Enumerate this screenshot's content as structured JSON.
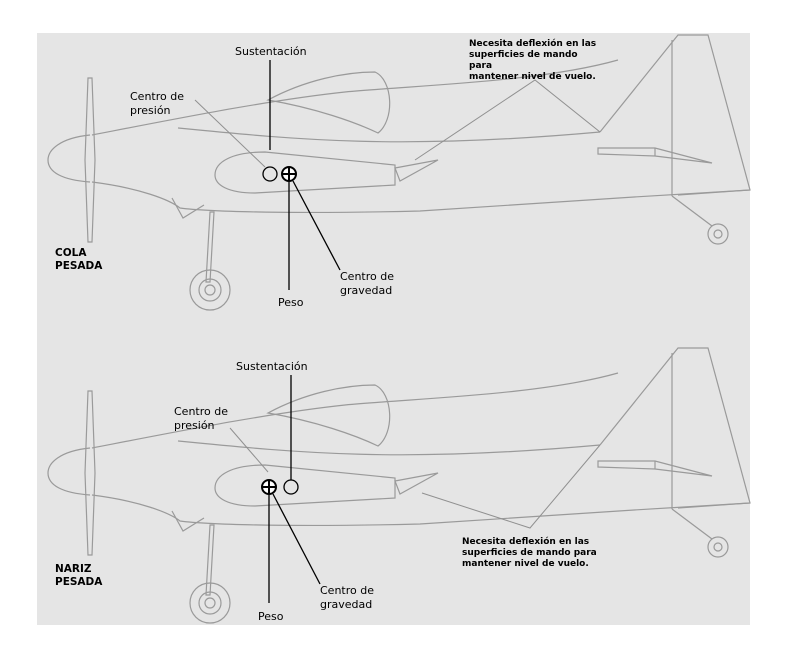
{
  "colors": {
    "background": "#e5e5e5",
    "outline": "#9a9a9a",
    "marker": "#000000"
  },
  "top": {
    "lift_label": "Sustentación",
    "cp_label": [
      "Centro de",
      "presión"
    ],
    "cg_label": [
      "Centro de",
      "gravedad"
    ],
    "weight_label": "Peso",
    "side_label": [
      "COLA",
      "PESADA"
    ],
    "note": [
      "Necesita deflexión en las",
      "superficies de mando",
      "para",
      "mantener nivel de vuelo."
    ]
  },
  "bottom": {
    "lift_label": "Sustentación",
    "cp_label": [
      "Centro de",
      "presión"
    ],
    "cg_label": [
      "Centro de",
      "gravedad"
    ],
    "weight_label": "Peso",
    "side_label": [
      "NARIZ",
      "PESADA"
    ],
    "note": [
      "Necesita deflexión en las",
      "superficies de mando para",
      "mantener nivel de vuelo."
    ]
  }
}
